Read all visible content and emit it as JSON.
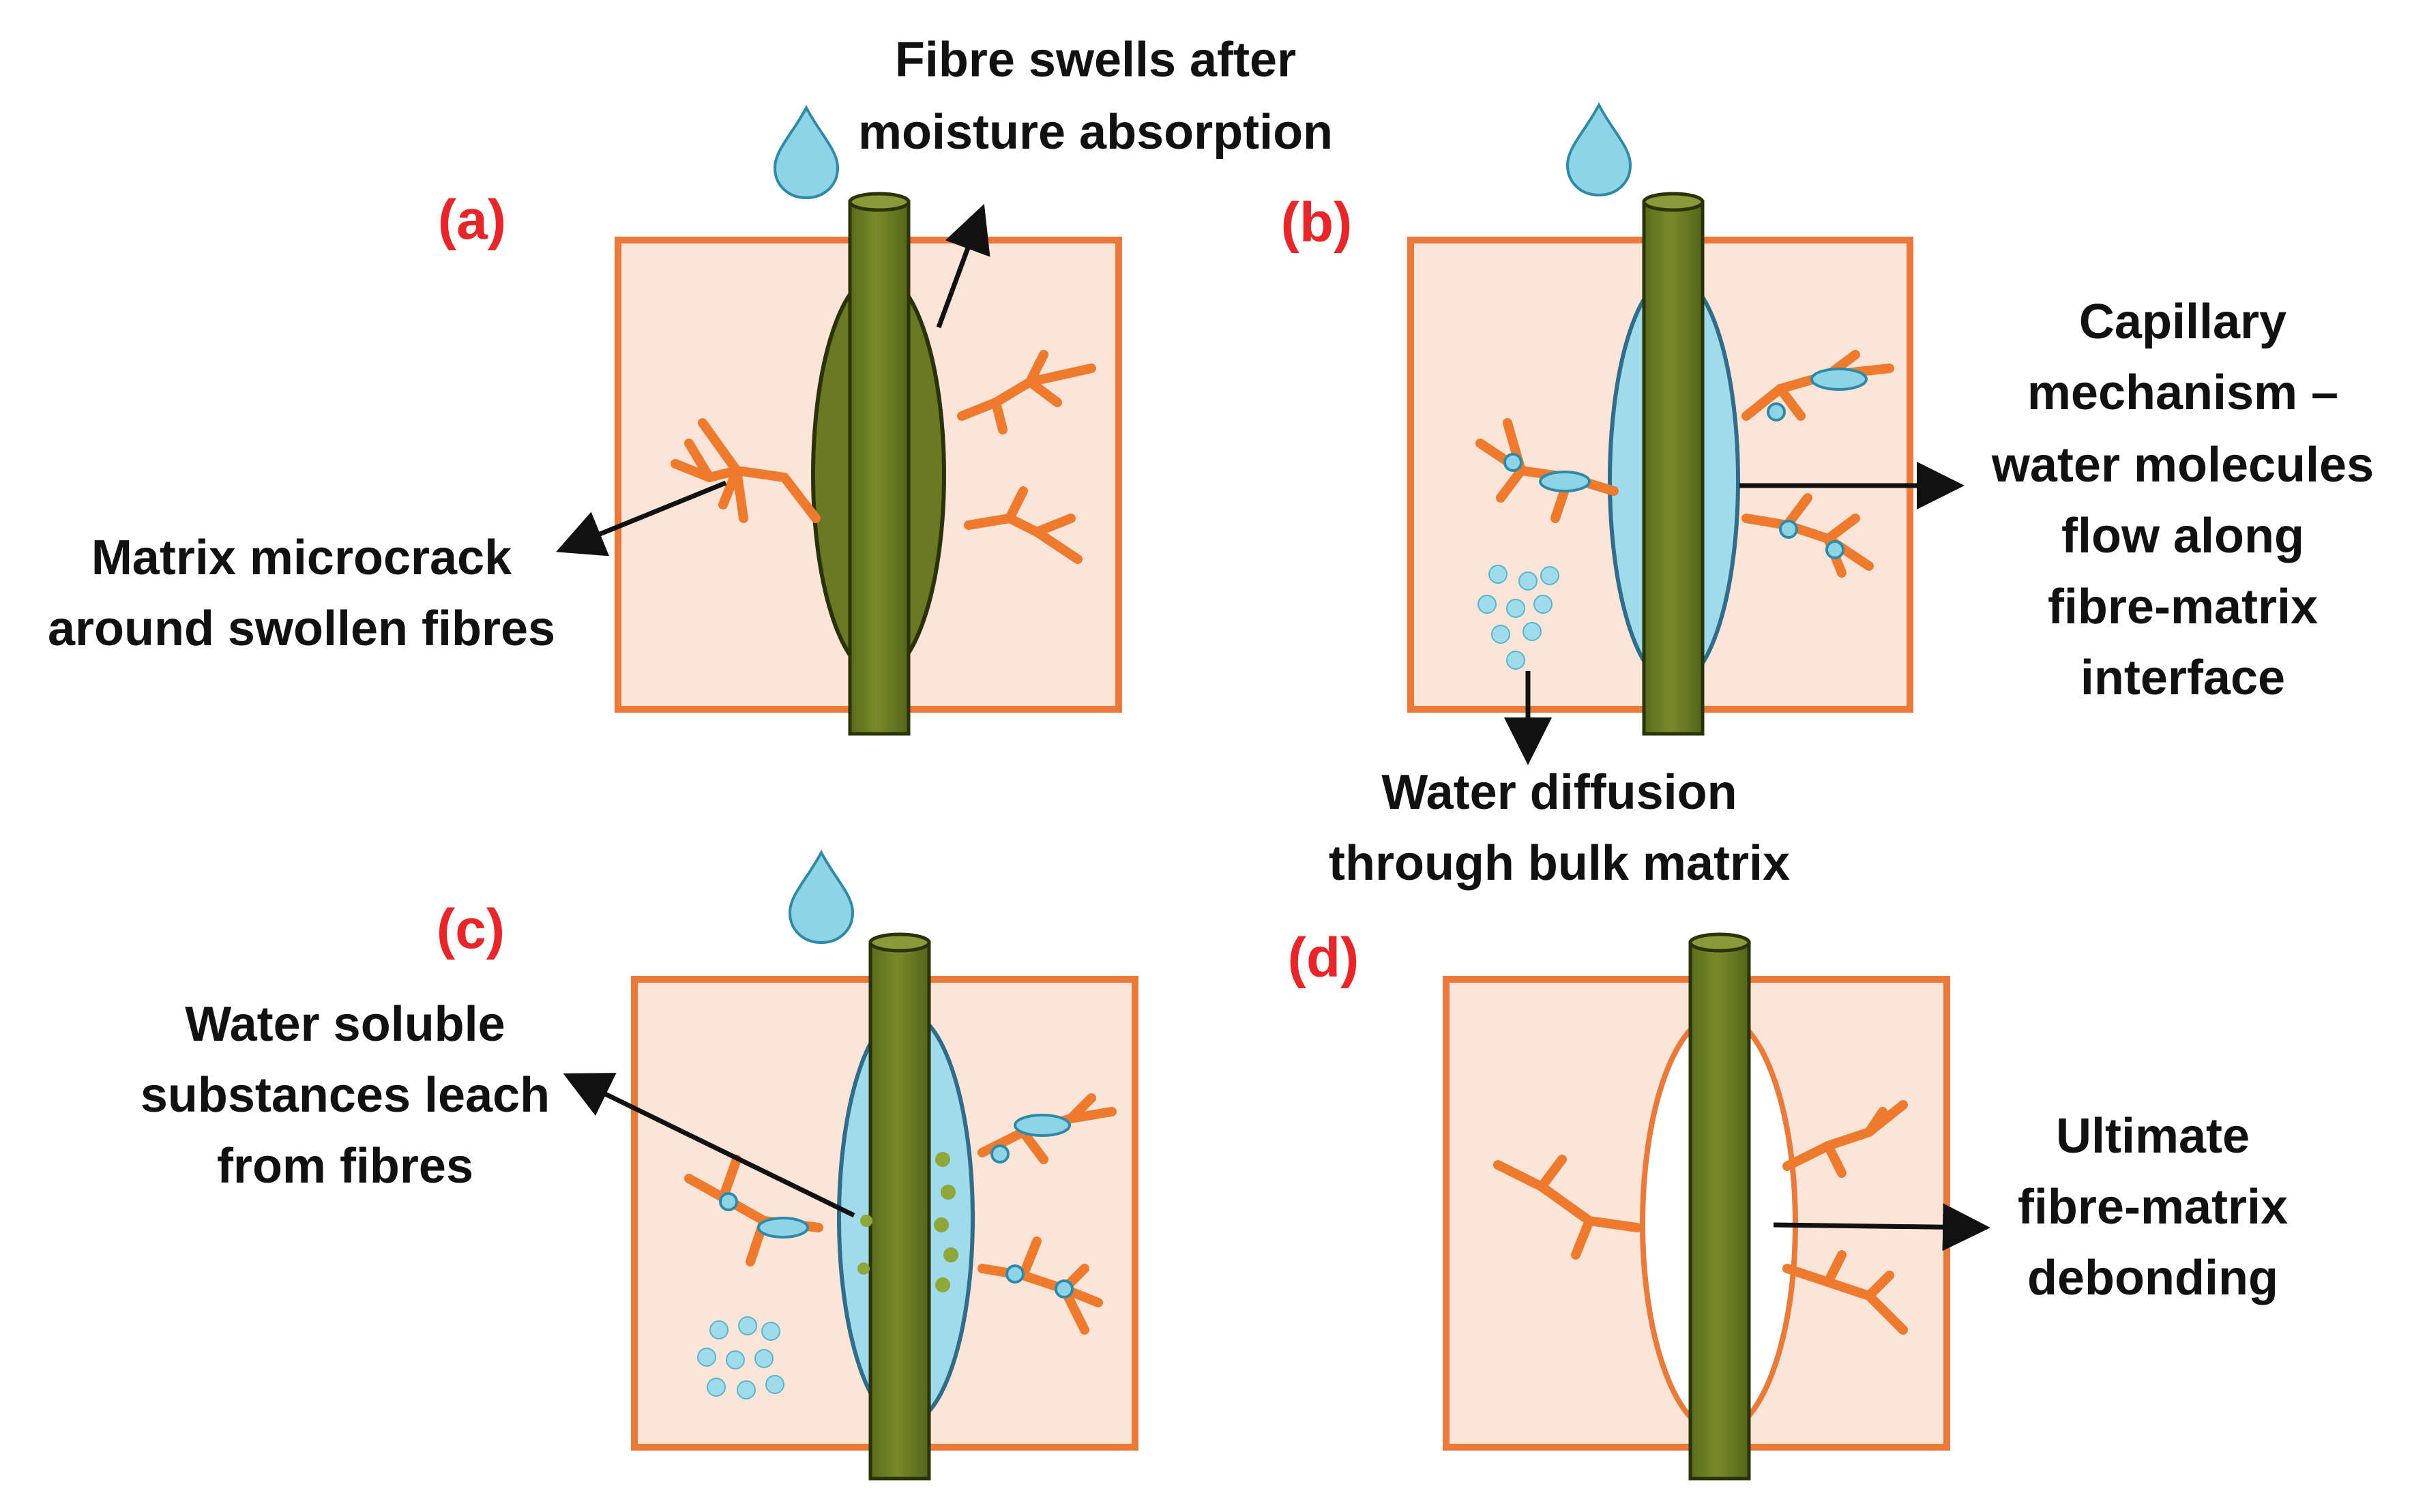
{
  "colors": {
    "matrix_fill": "#fde4d8",
    "matrix_border": "#ea7a3a",
    "fibre": "#6b7a22",
    "fibre_dark": "#4e5a16",
    "crack": "#ee7a2e",
    "water": "#7fd0e6",
    "water_dark": "#2f8aa8",
    "panel_label": "#e8262a",
    "text": "#111111"
  },
  "panels": {
    "a": {
      "tag": "(a)",
      "swell_label": [
        "Fibre swells after",
        "moisture absorption"
      ],
      "crack_label": [
        "Matrix microcrack",
        "around swollen fibres"
      ]
    },
    "b": {
      "tag": "(b)",
      "capillary_label": [
        "Capillary",
        "mechanism –",
        "water molecules",
        "flow along",
        "fibre-matrix",
        "interface"
      ],
      "diffusion_label": [
        "Water diffusion",
        "through bulk matrix"
      ]
    },
    "c": {
      "tag": "(c)",
      "leach_label": [
        "Water soluble",
        "substances leach",
        "from fibres"
      ]
    },
    "d": {
      "tag": "(d)",
      "debond_label": [
        "Ultimate",
        "fibre-matrix",
        "debonding"
      ]
    }
  },
  "icons": [
    "water-drop-icon",
    "arrow-icon"
  ]
}
